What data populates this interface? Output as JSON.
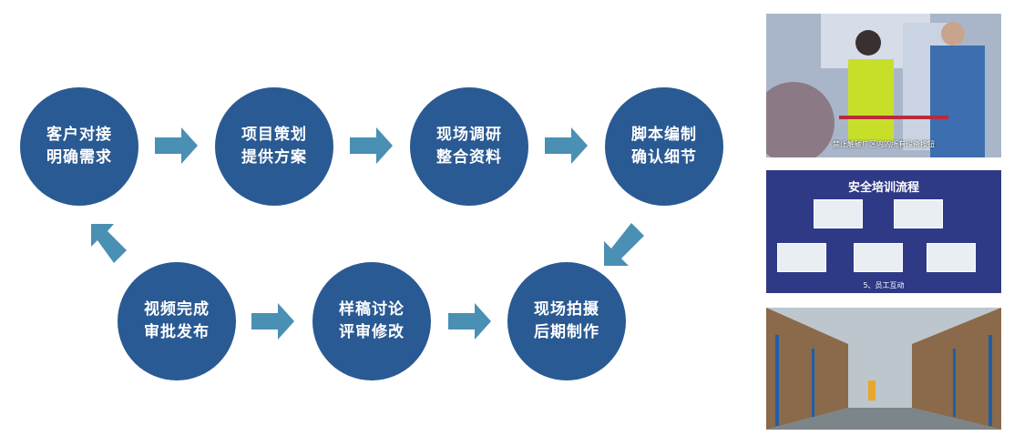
{
  "steps": [
    {
      "line1": "客户对接",
      "line2": "明确需求"
    },
    {
      "line1": "项目策划",
      "line2": "提供方案"
    },
    {
      "line1": "现场调研",
      "line2": "整合资料"
    },
    {
      "line1": "脚本编制",
      "line2": "确认细节"
    },
    {
      "line1": "现场拍摄",
      "line2": "后期制作"
    },
    {
      "line1": "样稿讨论",
      "line2": "评审修改"
    },
    {
      "line1": "视频完成",
      "line2": "审批发布"
    }
  ],
  "samples": {
    "photo1_subtitle": "禁止触碰厂区内的所有设备按钮",
    "slide_title": "安全培训流程",
    "slide_caption": "5、员工互动"
  },
  "colors": {
    "circle": "#2a5a93",
    "arrow": "#4a8fb4"
  }
}
